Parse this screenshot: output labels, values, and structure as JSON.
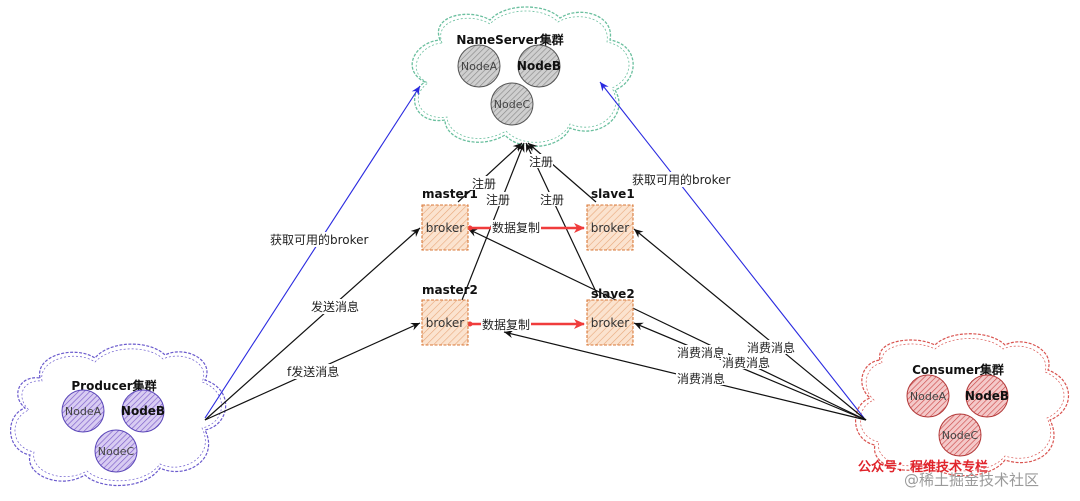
{
  "clusters": {
    "nameserver": {
      "title": "NameServer集群",
      "nodes": [
        {
          "label": "NodeA",
          "bold": false
        },
        {
          "label": "NodeB",
          "bold": true
        },
        {
          "label": "NodeC",
          "bold": false
        }
      ]
    },
    "producer": {
      "title": "Producer集群",
      "nodes": [
        {
          "label": "NodeA",
          "bold": false
        },
        {
          "label": "NodeB",
          "bold": true
        },
        {
          "label": "NodeC",
          "bold": false
        }
      ]
    },
    "consumer": {
      "title": "Consumer集群",
      "nodes": [
        {
          "label": "NodeA",
          "bold": false
        },
        {
          "label": "NodeB",
          "bold": true
        },
        {
          "label": "NodeC",
          "bold": false
        }
      ]
    }
  },
  "brokers": {
    "master1": {
      "title": "master1",
      "label": "broker"
    },
    "slave1": {
      "title": "slave1",
      "label": "broker"
    },
    "master2": {
      "title": "master2",
      "label": "broker"
    },
    "slave2": {
      "title": "slave2",
      "label": "broker"
    }
  },
  "edge_labels": {
    "register_1": "注册",
    "register_2": "注册",
    "register_3": "注册",
    "register_4": "注册",
    "replicate_1": "数据复制",
    "replicate_2": "数据复制",
    "producer_get_broker": "获取可用的broker",
    "consumer_get_broker": "获取可用的broker",
    "send_1": "发送消息",
    "send_2": "f发送消息",
    "consume_1": "消费消息",
    "consume_2": "消费消息",
    "consume_3": "消费消息",
    "consume_4": "消费消息"
  },
  "watermark": {
    "red": "公众号：程维技术专栏",
    "grey": "@稀土掘金技术社区"
  },
  "colors": {
    "nameserver_cloud": "#6abf9e",
    "producer_cloud": "#6a5acd",
    "consumer_cloud": "#d9534f",
    "broker_fill": "#fbe3cf",
    "broker_stroke": "#d9793a",
    "replicate_arrow": "#f03c3c",
    "get_broker_line": "#2a2ae0"
  }
}
